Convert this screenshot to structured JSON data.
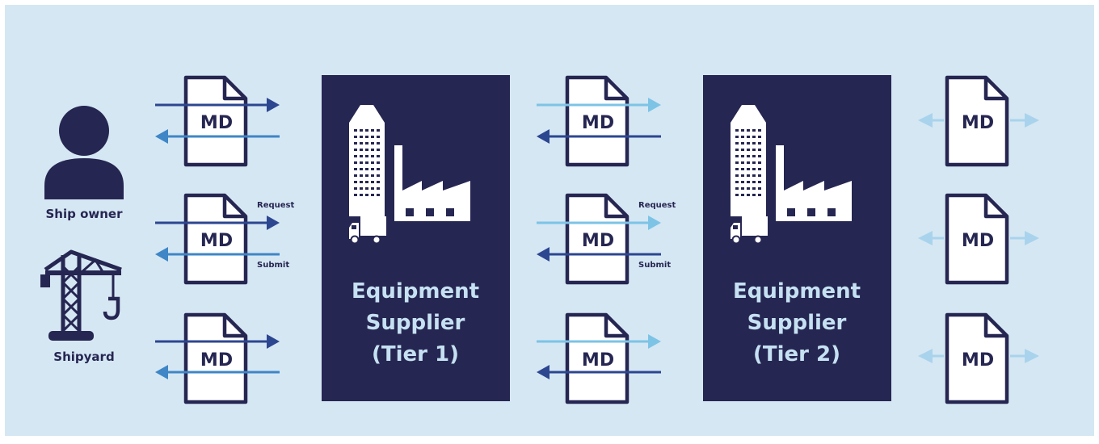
{
  "actors": {
    "ship_owner": "Ship owner",
    "shipyard": "Shipyard"
  },
  "document_label": "MD",
  "arrow_labels": {
    "request": "Request",
    "submit": "Submit"
  },
  "suppliers": [
    {
      "line1": "Equipment",
      "line2": "Supplier",
      "line3": "(Tier 1)"
    },
    {
      "line1": "Equipment",
      "line2": "Supplier",
      "line3": "(Tier 2)"
    }
  ],
  "colors": {
    "background": "#d5e7f3",
    "navy": "#262652",
    "arrow_dark": "#2c4690",
    "arrow_mid": "#3e86c6",
    "arrow_light": "#7cc3e6",
    "arrow_pale": "#a9d3ec",
    "supplier_text": "#c6e1f2"
  }
}
